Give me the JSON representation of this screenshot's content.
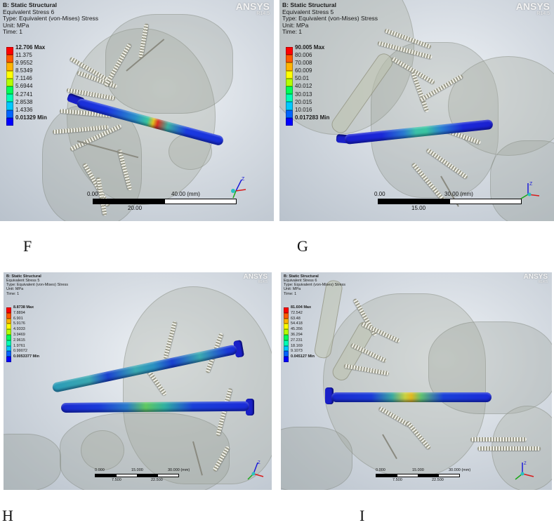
{
  "colors": {
    "legend": [
      "#ff0000",
      "#ff5a00",
      "#ffb400",
      "#ffff00",
      "#b4ff00",
      "#00ff5a",
      "#00ffb4",
      "#00c8ff",
      "#0064ff",
      "#0000ff"
    ],
    "screw_blue": "#1a2fd8"
  },
  "panels": [
    {
      "id": "F",
      "caption": "F",
      "title": "B: Static Structural",
      "result": "Equivalent Stress 6",
      "type": "Type: Equivalent (von-Mises) Stress",
      "unit": "Unit: MPa",
      "time": "Time: 1",
      "brand": "ANSYS",
      "version": "R14.5",
      "legend": [
        "12.706 Max",
        "11.375",
        "9.9552",
        "8.5349",
        "7.1146",
        "5.6944",
        "4.2741",
        "2.8538",
        "1.4336",
        "0.01329 Min"
      ],
      "scale": {
        "top": [
          "0.00",
          "40.00 (mm)"
        ],
        "bottom": [
          "20.00"
        ]
      }
    },
    {
      "id": "G",
      "caption": "G",
      "title": "B: Static Structural",
      "result": "Equivalent Stress 5",
      "type": "Type: Equivalent (von-Mises) Stress",
      "unit": "Unit: MPa",
      "time": "Time: 1",
      "brand": "ANSYS",
      "version": "R14.5",
      "legend": [
        "90.005 Max",
        "80.006",
        "70.008",
        "60.009",
        "50.01",
        "40.012",
        "30.013",
        "20.015",
        "10.016",
        "0.017283 Min"
      ],
      "scale": {
        "top": [
          "0.00",
          "30.00 (mm)"
        ],
        "bottom": [
          "15.00"
        ]
      }
    },
    {
      "id": "H",
      "caption": "H",
      "title": "B: Static Structural",
      "result": "Equivalent Stress 5",
      "type": "Type: Equivalent (von-Mises) Stress",
      "unit": "Unit: MPa",
      "time": "Time: 1",
      "brand": "ANSYS",
      "version": "R14.5",
      "legend": [
        "8.8738 Max",
        "7.8894",
        "6.901",
        "5.9176",
        "4.9333",
        "3.9469",
        "2.9615",
        "1.9761",
        "0.99072",
        "0.0053377 Min"
      ],
      "scale": {
        "top": [
          "0.000",
          "15.000",
          "30.000 (mm)"
        ],
        "bottom": [
          "7.500",
          "22.500"
        ]
      }
    },
    {
      "id": "I",
      "caption": "I",
      "title": "B: Static Structural",
      "result": "Equivalent Stress 6",
      "type": "Type: Equivalent (von-Mises) Stress",
      "unit": "Unit: MPa",
      "time": "Time: 1",
      "brand": "ANSYS",
      "version": "R14.5",
      "legend": [
        "81.604 Max",
        "72.542",
        "63.48",
        "54.418",
        "45.356",
        "36.294",
        "27.231",
        "18.169",
        "9.1073",
        "0.045127 Min"
      ],
      "scale": {
        "top": [
          "0.000",
          "15.000",
          "30.000 (mm)"
        ],
        "bottom": [
          "7.500",
          "22.500"
        ]
      }
    }
  ]
}
